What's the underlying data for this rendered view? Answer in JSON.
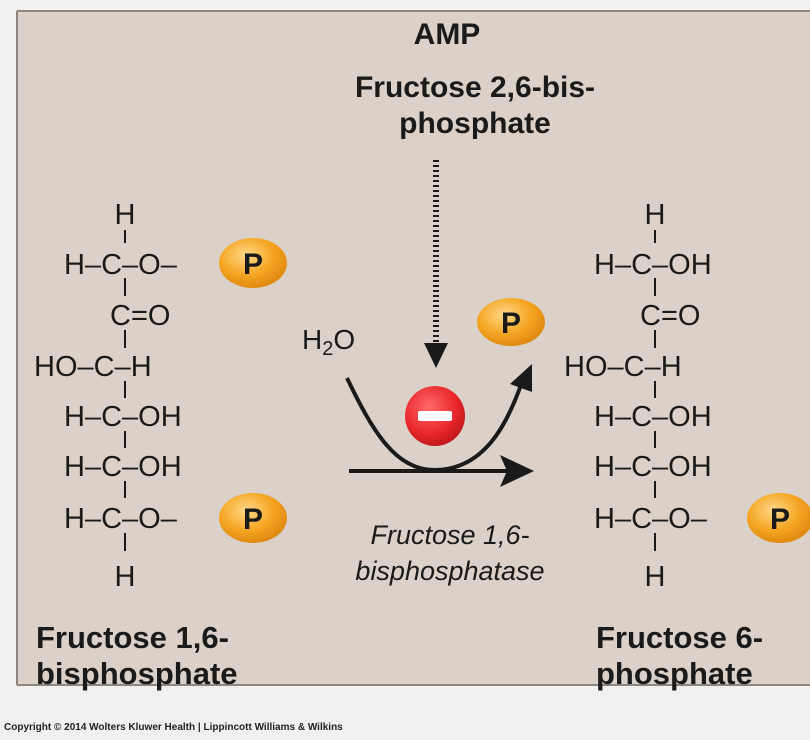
{
  "regulators": {
    "amp": "AMP",
    "f26bp_line1": "Fructose 2,6-bis-",
    "f26bp_line2": "phosphate"
  },
  "reaction": {
    "water": "H₂O",
    "enzyme_line1": "Fructose 1,6-",
    "enzyme_line2": "bisphosphatase",
    "inhibition_symbol": "−"
  },
  "phosphate_symbol": "P",
  "substrate": {
    "name_line1": "Fructose 1,6-",
    "name_line2": "bisphosphate",
    "structure": [
      "H",
      "H–C–O–",
      "C=O",
      "HO–C–H",
      "H–C–OH",
      "H–C–OH",
      "H–C–O–",
      "H"
    ]
  },
  "product": {
    "name_line1": "Fructose 6-",
    "name_line2": "phosphate",
    "structure": [
      "H",
      "H–C–OH",
      "C=O",
      "HO–C–H",
      "H–C–OH",
      "H–C–OH",
      "H–C–O–",
      "H"
    ]
  },
  "copyright": "Copyright © 2014 Wolters Kluwer Health | Lippincott Williams & Wilkins",
  "colors": {
    "background": "#dbd1c8",
    "phosphate_fill": "#f5a623",
    "inhibitor_red": "#e8262a",
    "ink": "#1a1a1a"
  }
}
